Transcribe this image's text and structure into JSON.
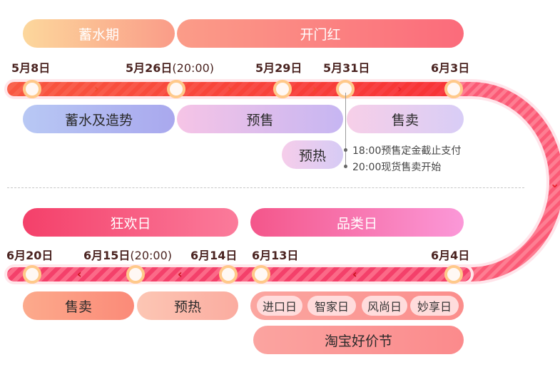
{
  "top": {
    "phases": [
      {
        "label": "蓄水期",
        "gradient": [
          "#fcd49a",
          "#fa9a86"
        ]
      },
      {
        "label": "开门红",
        "gradient": [
          "#fb9a86",
          "#fb6a7a"
        ]
      }
    ],
    "dates": [
      {
        "date": "5月8日",
        "time": ""
      },
      {
        "date": "5月26日",
        "time": "(20:00)"
      },
      {
        "date": "5月29日",
        "time": ""
      },
      {
        "date": "5月31日",
        "time": ""
      },
      {
        "date": "6月3日",
        "time": ""
      }
    ],
    "stages": [
      {
        "label": "蓄水及造势"
      },
      {
        "label": "预售"
      },
      {
        "label": "售卖"
      },
      {
        "label": "预热"
      }
    ],
    "notes": [
      "18:00预售定金截止支付",
      "20:00现货售卖开始"
    ]
  },
  "bottom": {
    "phases": [
      {
        "label": "狂欢日",
        "gradient": [
          "#f4406a",
          "#fb7a9a"
        ]
      },
      {
        "label": "品类日",
        "gradient": [
          "#f4558a",
          "#fb96d6"
        ]
      }
    ],
    "dates": [
      {
        "date": "6月20日",
        "time": ""
      },
      {
        "date": "6月15日",
        "time": "(20:00)"
      },
      {
        "date": "6月14日",
        "time": ""
      },
      {
        "date": "6月13日",
        "time": ""
      },
      {
        "date": "6月4日",
        "time": ""
      }
    ],
    "stages": [
      {
        "label": "售卖"
      },
      {
        "label": "预热"
      }
    ],
    "category_days": [
      "进口日",
      "智家日",
      "风尚日",
      "妙享日"
    ],
    "festival": "淘宝好价节"
  },
  "colors": {
    "date_text": "#4a2320",
    "arrow": "#e8202a",
    "node_ring": "#ffc98a"
  }
}
